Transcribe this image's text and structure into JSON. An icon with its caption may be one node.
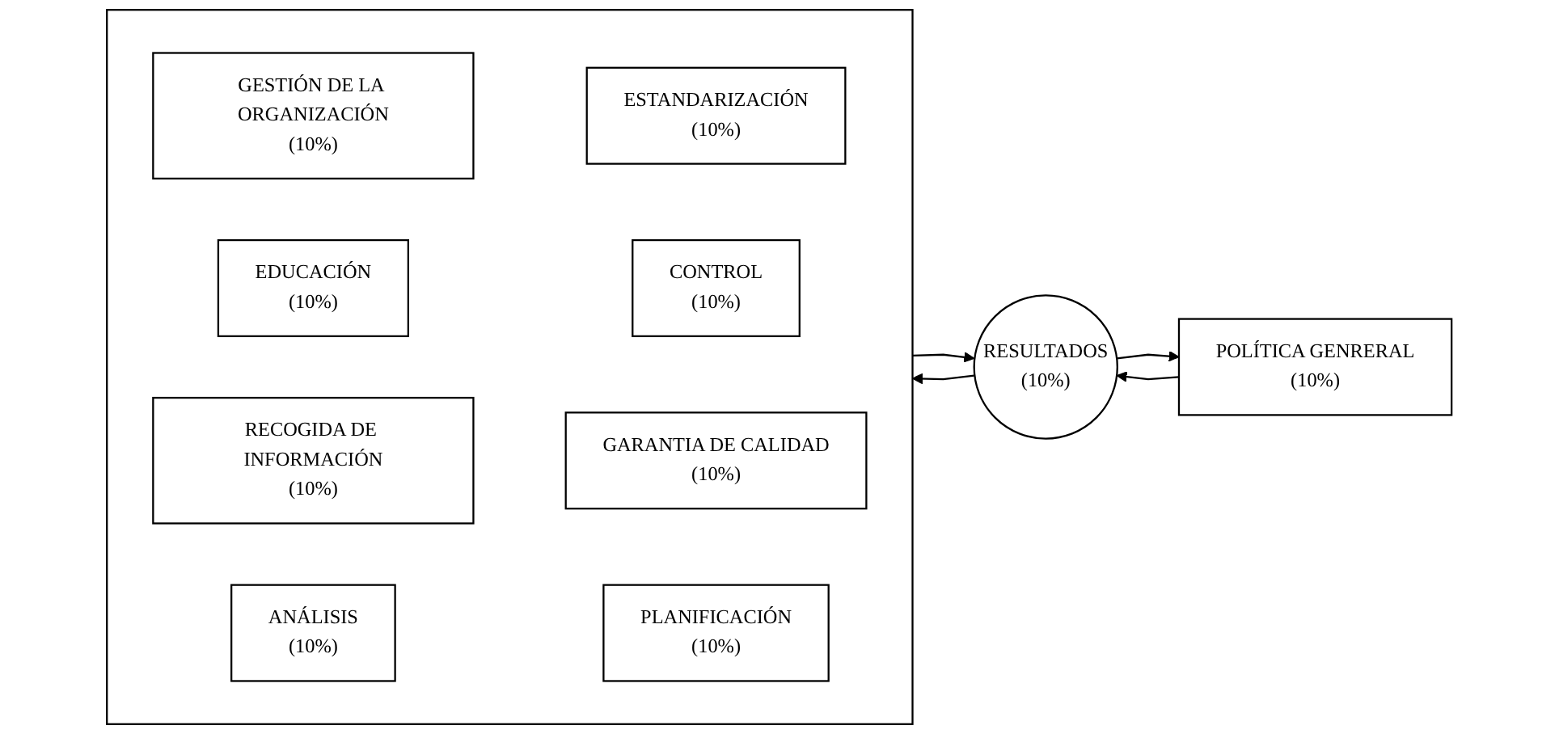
{
  "diagram": {
    "nodes": [
      {
        "text": [
          "POLÍTICA GENRERAL",
          "(10%)"
        ]
      },
      {
        "text": [],
        "shape": "box"
      },
      {
        "text": [
          "GESTIÓN DE LA ORGANIZACIÓN",
          "(10%)"
        ],
        "in": 1
      },
      {
        "text": [
          "ESTANDARIZACIÓN",
          "(10%)"
        ],
        "in": 1
      },
      {
        "text": [
          "EDUCACIÓN",
          "(10%)"
        ],
        "in": 1
      },
      {
        "text": [
          "CONTROL",
          "(10%)"
        ],
        "in": 1
      },
      {
        "text": [
          "RECOGIDA DE INFORMACIÓN",
          "(10%)"
        ],
        "in": 1
      },
      {
        "text": [
          "GARANTIA DE CALIDAD",
          "(10%)"
        ],
        "in": 1
      },
      {
        "text": [
          "ANÁLISIS",
          "(10%)"
        ],
        "in": 1
      },
      {
        "text": [
          "PLANIFICACIÓN",
          "(10%)"
        ],
        "in": 1
      },
      {
        "text": [
          "RESULTADOS",
          "(10%)"
        ]
      }
    ],
    "edges": [
      {
        "from": 0,
        "to": 10,
        "arrow": "to"
      },
      {
        "from": 1,
        "to": 10,
        "arrow": "to"
      },
      {
        "from": 10,
        "to": 1,
        "arrow": "to"
      },
      {
        "from": 10,
        "to": 0,
        "arrow": "to"
      }
    ]
  }
}
